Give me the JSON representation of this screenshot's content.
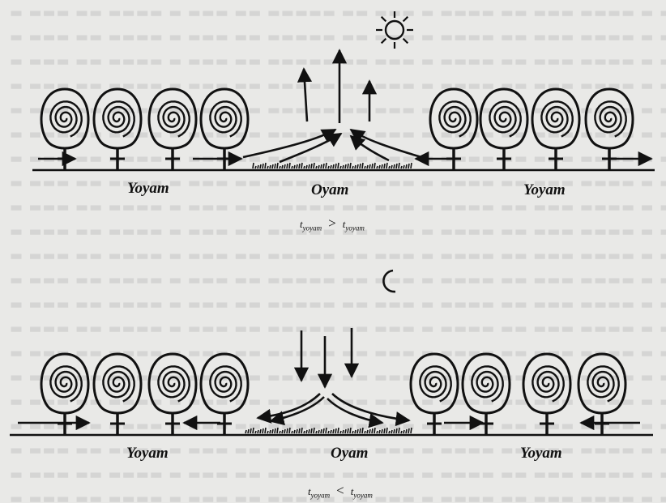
{
  "day": {
    "labels": {
      "left": "Yoyam",
      "center": "Oyam",
      "right": "Yoyam"
    },
    "relation": {
      "left_var": "t",
      "left_sub": "yoyam",
      "operator": ">",
      "right_var": "t",
      "right_sub": "yoyam"
    }
  },
  "night": {
    "labels": {
      "left": "Yoyam",
      "center": "Oyam",
      "right": "Yoyam"
    },
    "relation": {
      "left_var": "t",
      "left_sub": "yoyam",
      "operator": "<",
      "right_var": "t",
      "right_sub": "yoyam"
    }
  },
  "icons": {
    "day": "sun-icon",
    "night": "crescent-moon-icon"
  },
  "colors": {
    "ink": "#111111",
    "paper": "#e9e9e7"
  }
}
